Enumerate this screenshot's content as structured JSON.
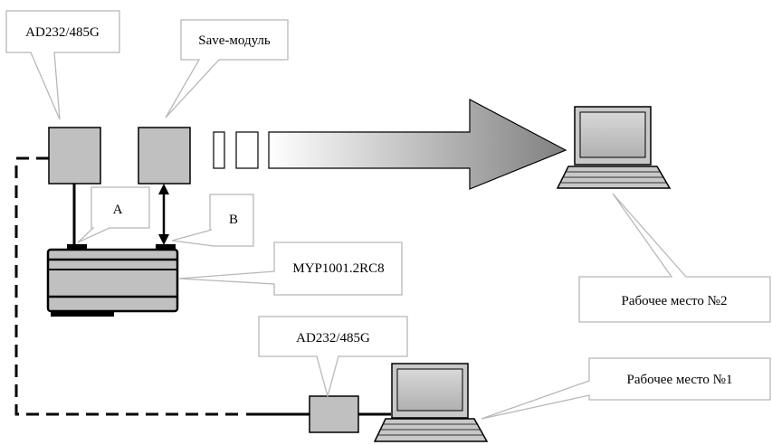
{
  "callouts": {
    "ad232_top": "AD232/485G",
    "save_module": "Save-модуль",
    "point_a": "A",
    "point_b": "B",
    "controller": "MYP1001.2RC8",
    "ad232_bottom": "AD232/485G",
    "workstation_2": "Рабочее место №2",
    "workstation_1": "Рабочее место №1"
  },
  "colors": {
    "device_fill": "#c0c0c0",
    "callout_border": "#b8b8b8",
    "arrow_dark": "#808080"
  }
}
